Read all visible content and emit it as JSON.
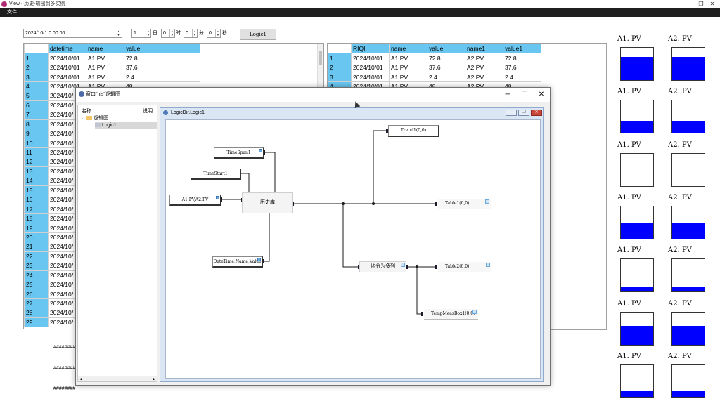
{
  "window": {
    "title": "View -  历史-输出到多实例"
  },
  "menu": {
    "file": "文件"
  },
  "toolbar": {
    "datetime": "2024/10/1  0:00:00",
    "days_value": "1",
    "days_unit": "日",
    "hours_value": "0",
    "hours_unit": "时",
    "minutes_value": "0",
    "minutes_unit": "分",
    "seconds_value": "0",
    "seconds_unit": "秒",
    "logic_button": "Logic1"
  },
  "left_grid": {
    "columns": [
      "datetime",
      "name",
      "value"
    ],
    "rows": [
      {
        "n": "1",
        "date": "2024/10/01",
        "name": "A1.PV",
        "value": "72.8"
      },
      {
        "n": "2",
        "date": "2024/10/01",
        "name": "A1.PV",
        "value": "37.6"
      },
      {
        "n": "3",
        "date": "2024/10/01",
        "name": "A1.PV",
        "value": "2.4"
      },
      {
        "n": "4",
        "date": "2024/10/01",
        "name": "A1.PV",
        "value": "48"
      },
      {
        "n": "5",
        "date": "2024/10/",
        "name": "",
        "value": ""
      },
      {
        "n": "6",
        "date": "2024/10/",
        "name": "",
        "value": ""
      },
      {
        "n": "7",
        "date": "2024/10/",
        "name": "",
        "value": ""
      },
      {
        "n": "8",
        "date": "2024/10/",
        "name": "",
        "value": ""
      },
      {
        "n": "9",
        "date": "2024/10/",
        "name": "",
        "value": ""
      },
      {
        "n": "10",
        "date": "2024/10/",
        "name": "",
        "value": ""
      },
      {
        "n": "11",
        "date": "2024/10/",
        "name": "",
        "value": ""
      },
      {
        "n": "12",
        "date": "2024/10/",
        "name": "",
        "value": ""
      },
      {
        "n": "13",
        "date": "2024/10/",
        "name": "",
        "value": ""
      },
      {
        "n": "14",
        "date": "2024/10/",
        "name": "",
        "value": ""
      },
      {
        "n": "15",
        "date": "2024/10/",
        "name": "",
        "value": ""
      },
      {
        "n": "16",
        "date": "2024/10/",
        "name": "",
        "value": ""
      },
      {
        "n": "17",
        "date": "2024/10/",
        "name": "",
        "value": ""
      },
      {
        "n": "18",
        "date": "2024/10/",
        "name": "",
        "value": ""
      },
      {
        "n": "19",
        "date": "2024/10/",
        "name": "",
        "value": ""
      },
      {
        "n": "20",
        "date": "2024/10/",
        "name": "",
        "value": ""
      },
      {
        "n": "21",
        "date": "2024/10/",
        "name": "",
        "value": ""
      },
      {
        "n": "22",
        "date": "2024/10/",
        "name": "",
        "value": ""
      },
      {
        "n": "23",
        "date": "2024/10/",
        "name": "",
        "value": ""
      },
      {
        "n": "24",
        "date": "2024/10/",
        "name": "",
        "value": ""
      },
      {
        "n": "25",
        "date": "2024/10/",
        "name": "",
        "value": ""
      },
      {
        "n": "26",
        "date": "2024/10/",
        "name": "",
        "value": ""
      },
      {
        "n": "27",
        "date": "2024/10/",
        "name": "",
        "value": ""
      },
      {
        "n": "28",
        "date": "2024/10/",
        "name": "",
        "value": ""
      },
      {
        "n": "29",
        "date": "2024/10/",
        "name": "",
        "value": ""
      }
    ]
  },
  "right_grid": {
    "columns": [
      "RIQI",
      "name",
      "value",
      "name1",
      "value1"
    ],
    "rows": [
      {
        "n": "1",
        "riqi": "2024/10/01",
        "name": "A1.PV",
        "value": "72.8",
        "name1": "A2.PV",
        "value1": "72.8"
      },
      {
        "n": "2",
        "riqi": "2024/10/01",
        "name": "A1.PV",
        "value": "37.6",
        "name1": "A2.PV",
        "value1": "37.6"
      },
      {
        "n": "3",
        "riqi": "2024/10/01",
        "name": "A1.PV",
        "value": "2.4",
        "name1": "A2.PV",
        "value1": "2.4"
      },
      {
        "n": "4",
        "riqi": "2024/10/01",
        "name": "A1.PV",
        "value": "48",
        "name1": "A2.PV",
        "value1": "48"
      }
    ]
  },
  "hash_text": "########",
  "gauges": [
    {
      "label_a": "A1. PV",
      "fill_a": 0.72,
      "label_b": "A2. PV",
      "fill_b": 0.72
    },
    {
      "label_a": "A1. PV",
      "fill_a": 0.34,
      "label_b": "A2. PV",
      "fill_b": 0.34
    },
    {
      "label_a": "A1. PV",
      "fill_a": 0.0,
      "label_b": "A2. PV",
      "fill_b": 0.0
    },
    {
      "label_a": "A1. PV",
      "fill_a": 0.48,
      "label_b": "A2. PV",
      "fill_b": 0.48
    },
    {
      "label_a": "A1. PV",
      "fill_a": 0.12,
      "label_b": "A2. PV",
      "fill_b": 0.12
    },
    {
      "label_a": "A1. PV",
      "fill_a": 0.58,
      "label_b": "A2. PV",
      "fill_b": 0.58
    },
    {
      "label_a": "A1. PV",
      "fill_a": 0.2,
      "label_b": "A2. PV",
      "fill_b": 0.2
    }
  ],
  "dialog": {
    "title": "窗口\"his\"逻辑图",
    "tree_header_name": "名称",
    "tree_header_desc": "说明",
    "tree_root": "逻辑图",
    "tree_child": "Logic1",
    "inner_title": "LogicDir.Logic1",
    "nodes": {
      "timespan": "TimeSpan1",
      "timestart": "TimeStart1",
      "tags": "A1.PV,A2.PV",
      "history": "历史库",
      "fields": "DateTime,Name,Value",
      "trend": "Trend1(0,0)",
      "table1": "Table1(0,0)",
      "split": "均分为多列",
      "table2": "Table2(0,0)",
      "tempmeasbox": "TempMeasBox1(0,0)"
    }
  }
}
